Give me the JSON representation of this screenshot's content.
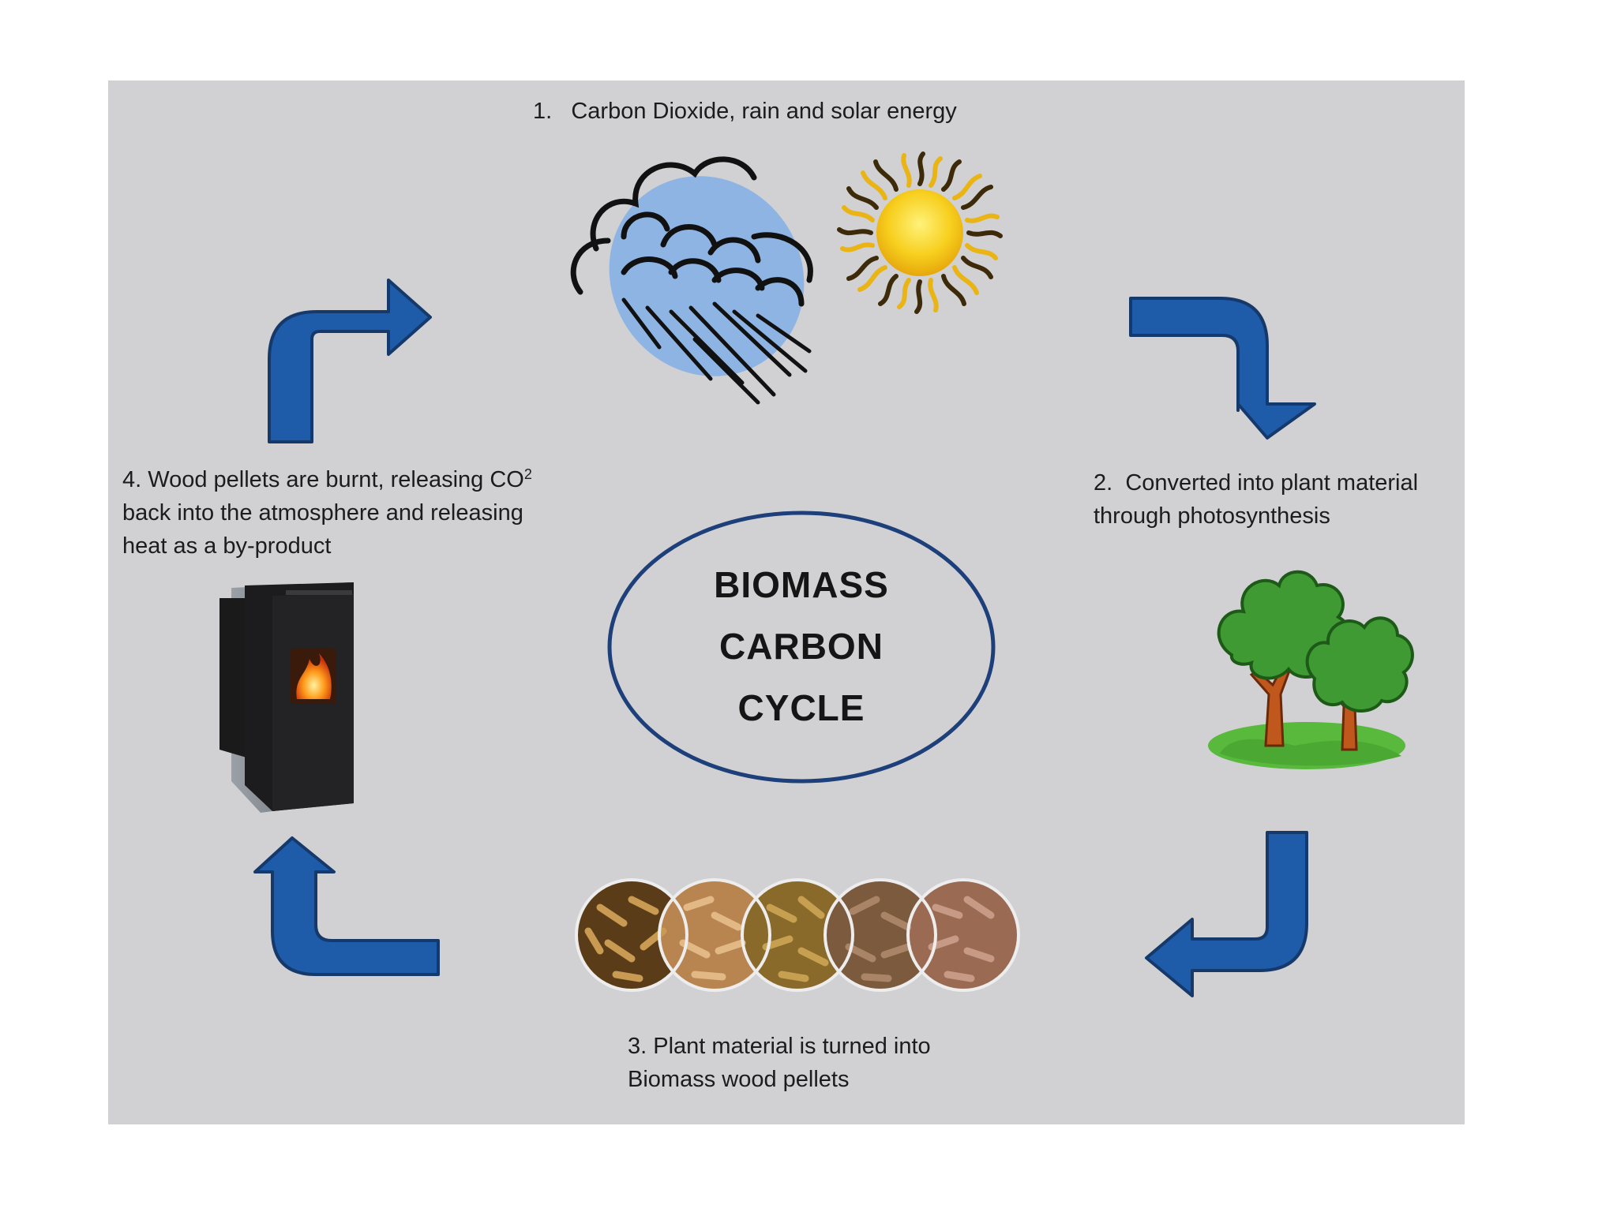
{
  "steps": [
    {
      "id": "step-1",
      "number": "1.",
      "text": "Carbon Dioxide, rain and solar energy"
    },
    {
      "id": "step-2",
      "number": "2.",
      "text": "Converted into plant material\nthrough photosynthesis"
    },
    {
      "id": "step-3",
      "number": "3.",
      "text": "Plant material is turned into\nBiomass wood pellets"
    },
    {
      "id": "step-4",
      "number": "4.",
      "text_a": "Wood pellets are burnt, releasing CO",
      "sup": "2",
      "text_b": "\nback into the atmosphere and releasing\nheat as a by-product"
    }
  ],
  "center": {
    "line1": "BIOMASS",
    "line2": "CARBON",
    "line3": "CYCLE"
  },
  "colors": {
    "arrow": "#1e5ba8",
    "arrow_stroke": "#16396b",
    "panel": "#d1d1d3",
    "ellipse": "#1d3f7a",
    "cloud": "#8db4e3",
    "sun": "#f6c519",
    "tree": "#3f9a34",
    "trunk": "#c0571c",
    "grass": "#58b93d"
  },
  "icons": [
    "rain-cloud-icon",
    "sun-icon",
    "trees-icon",
    "wood-pellets-icon",
    "pellet-stove-icon",
    "cycle-arrow-icon"
  ]
}
